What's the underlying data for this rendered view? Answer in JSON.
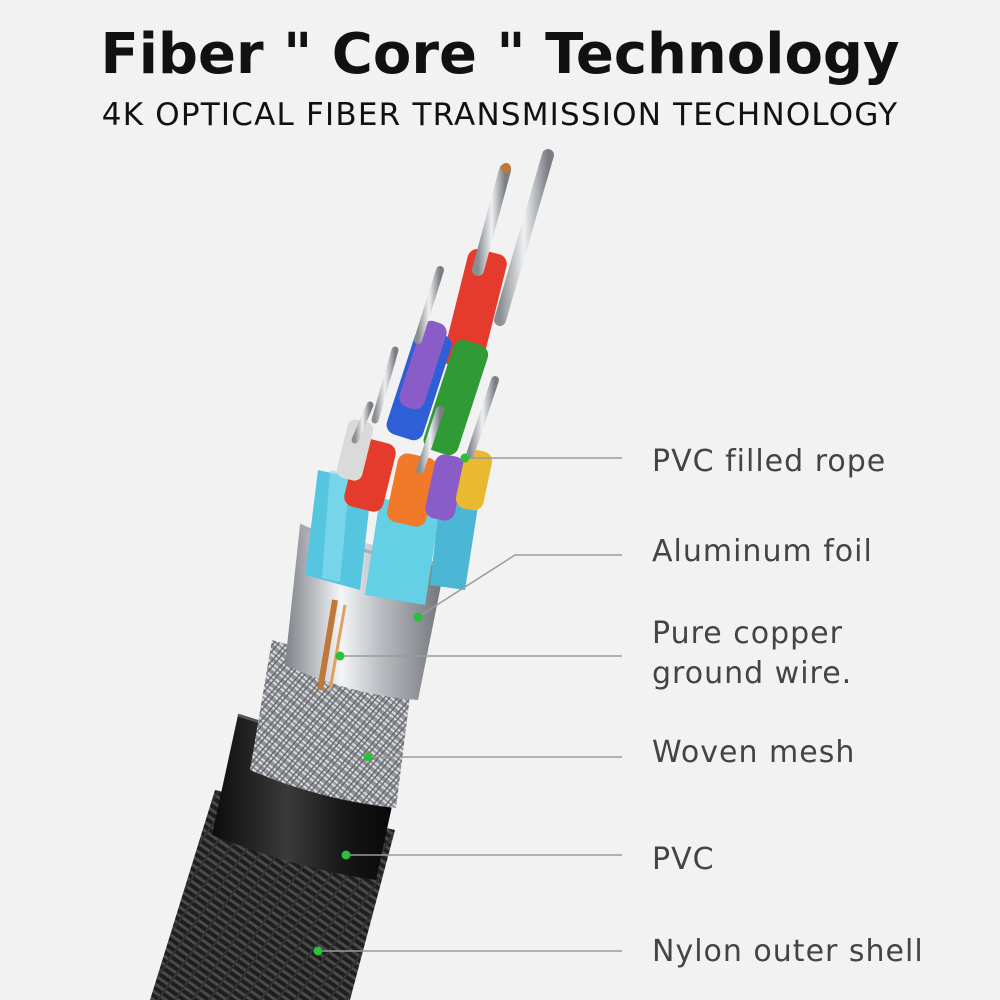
{
  "header": {
    "title": "Fiber \" Core \" Technology",
    "subtitle": "4K OPTICAL FIBER TRANSMISSION TECHNOLOGY"
  },
  "layers": [
    {
      "id": "pvc-filled-rope",
      "label": "PVC filled rope"
    },
    {
      "id": "aluminum-foil",
      "label": "Aluminum foil"
    },
    {
      "id": "pure-copper-ground-wire",
      "label_line1": "Pure copper",
      "label_line2": "ground wire."
    },
    {
      "id": "woven-mesh",
      "label": "Woven mesh"
    },
    {
      "id": "pvc",
      "label": "PVC"
    },
    {
      "id": "nylon-outer-shell",
      "label": "Nylon outer shell"
    }
  ],
  "colors": {
    "background": "#f2f2f2",
    "leader_dot": "#2bbf3a",
    "leader_line": "#9a9a9a",
    "wire_red": "#e53b2c",
    "wire_blue": "#2f5fd6",
    "wire_green": "#2f9a36",
    "wire_purple": "#8a5cc8",
    "wire_orange": "#f07a2a",
    "wire_yellow": "#e9b930",
    "sleeve_cyan": "#56c6e0"
  }
}
